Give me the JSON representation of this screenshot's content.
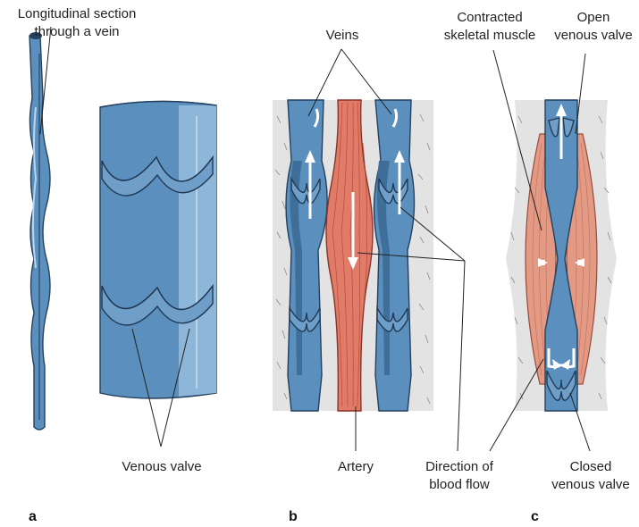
{
  "panels": {
    "a": {
      "letter": "a",
      "label_section_line1": "Longitudinal section",
      "label_section_line2": "through a vein",
      "label_valve": "Venous valve"
    },
    "b": {
      "letter": "b",
      "label_veins": "Veins",
      "label_artery": "Artery",
      "label_flow_line1": "Direction of",
      "label_flow_line2": "blood flow"
    },
    "c": {
      "letter": "c",
      "label_muscle_line1": "Contracted",
      "label_muscle_line2": "skeletal muscle",
      "label_open_line1": "Open",
      "label_open_line2": "venous valve",
      "label_closed_line1": "Closed",
      "label_closed_line2": "venous valve"
    }
  },
  "colors": {
    "vein": "#5b8fbd",
    "artery": "#e07b68",
    "muscle": "#e29a84",
    "tissue": "#e3e3e3"
  }
}
